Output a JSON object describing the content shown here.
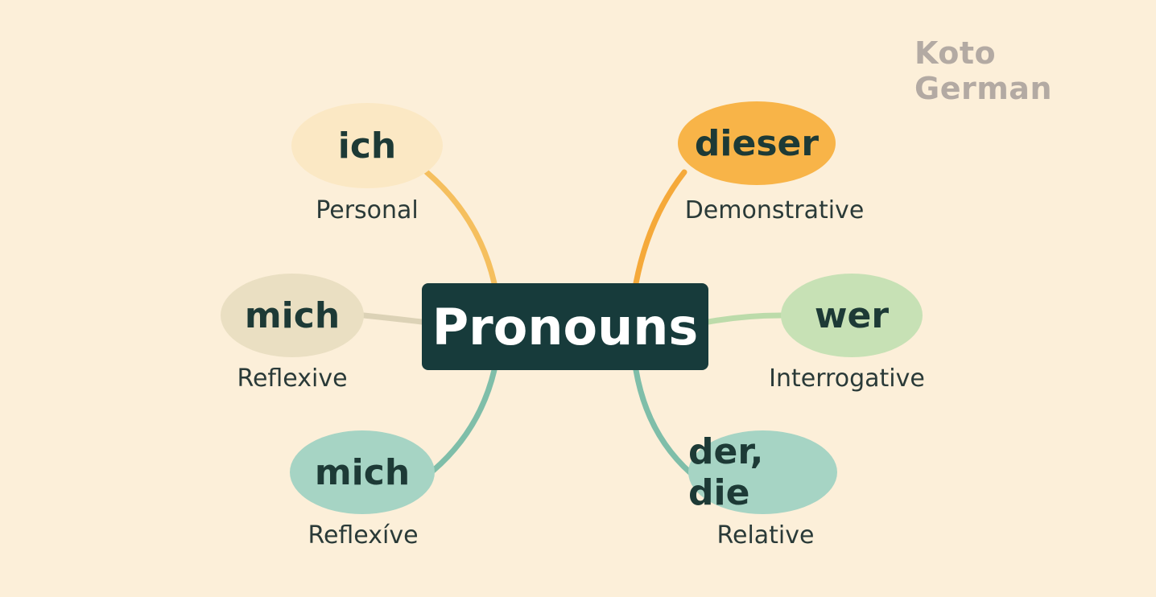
{
  "brand": "Koto German",
  "center_label": "Pronouns",
  "nodes": [
    {
      "word": "ich",
      "type": "Personal",
      "color": "#fbe8c4",
      "link_color": "#f5bf5e"
    },
    {
      "word": "dieser",
      "type": "Demonstrative",
      "color": "#f8b448",
      "link_color": "#f5a93a"
    },
    {
      "word": "mich",
      "type": "Reflexive",
      "color": "#eadfc2",
      "link_color": "#dcd2b6"
    },
    {
      "word": "wer",
      "type": "Interrogative",
      "color": "#c7e1b5",
      "link_color": "#bcdbaa"
    },
    {
      "word": "mich",
      "type": "Reflexíve",
      "color": "#a6d4c4",
      "link_color": "#7fbea9"
    },
    {
      "word": "der, die",
      "type": "Relative",
      "color": "#a6d4c4",
      "link_color": "#7fbea9"
    }
  ],
  "colors": {
    "background": "#fcefd9",
    "center_box": "#173b3b",
    "text": "#1d3a36"
  }
}
